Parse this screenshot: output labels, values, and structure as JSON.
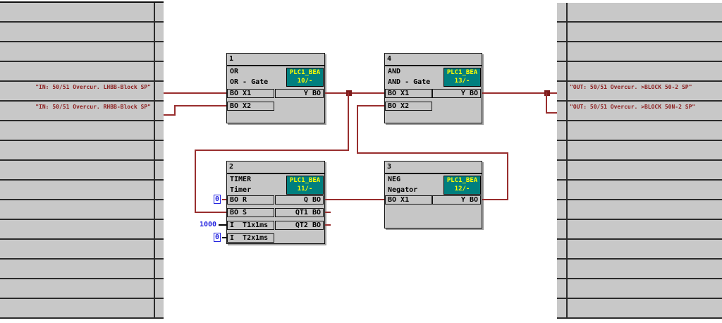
{
  "margins": {
    "left": {
      "signals": [
        {
          "label": "\"IN: 50/51 Overcur. LHBB-Block SP\""
        },
        {
          "label": "\"IN: 50/51 Overcur. RHBB-Block SP\""
        }
      ]
    },
    "right": {
      "signals": [
        {
          "label": "\"OUT: 50/51 Overcur. >BLOCK 50-2 SP\""
        },
        {
          "label": "\"OUT: 50/51 Overcur. >BLOCK 50N-2 SP\""
        }
      ]
    }
  },
  "blocks": [
    {
      "num": "1",
      "type": "OR",
      "desc": "OR - Gate",
      "plc": "PLC1_BEA",
      "seq": "10/-",
      "inputs": [
        "BO X1",
        "BO X2"
      ],
      "outputs": [
        "Y BO"
      ]
    },
    {
      "num": "2",
      "type": "TIMER",
      "desc": "Timer",
      "plc": "PLC1_BEA",
      "seq": "11/-",
      "inputs": [
        "BO R",
        "BO S",
        "I  T1x1ms",
        "I  T2x1ms"
      ],
      "outputs": [
        "Q BO",
        "QT1 BO",
        "QT2 BO"
      ]
    },
    {
      "num": "3",
      "type": "NEG",
      "desc": "Negator",
      "plc": "PLC1_BEA",
      "seq": "12/-",
      "inputs": [
        "BO X1"
      ],
      "outputs": [
        "Y BO"
      ]
    },
    {
      "num": "4",
      "type": "AND",
      "desc": "AND - Gate",
      "plc": "PLC1_BEA",
      "seq": "13/-",
      "inputs": [
        "BO X1",
        "BO X2"
      ],
      "outputs": [
        "Y BO"
      ]
    }
  ],
  "parameters": {
    "timer_r": "0",
    "timer_t1x1ms": "1000",
    "timer_t2x1ms": "0"
  },
  "colors": {
    "wire": "#992e2e",
    "signal_text": "#8c2020",
    "run_box_bg": "#007f7f",
    "run_box_text": "#ffff00",
    "parameter_text": "#2424e0",
    "sheet_margin_bg": "#c8c8c8"
  }
}
